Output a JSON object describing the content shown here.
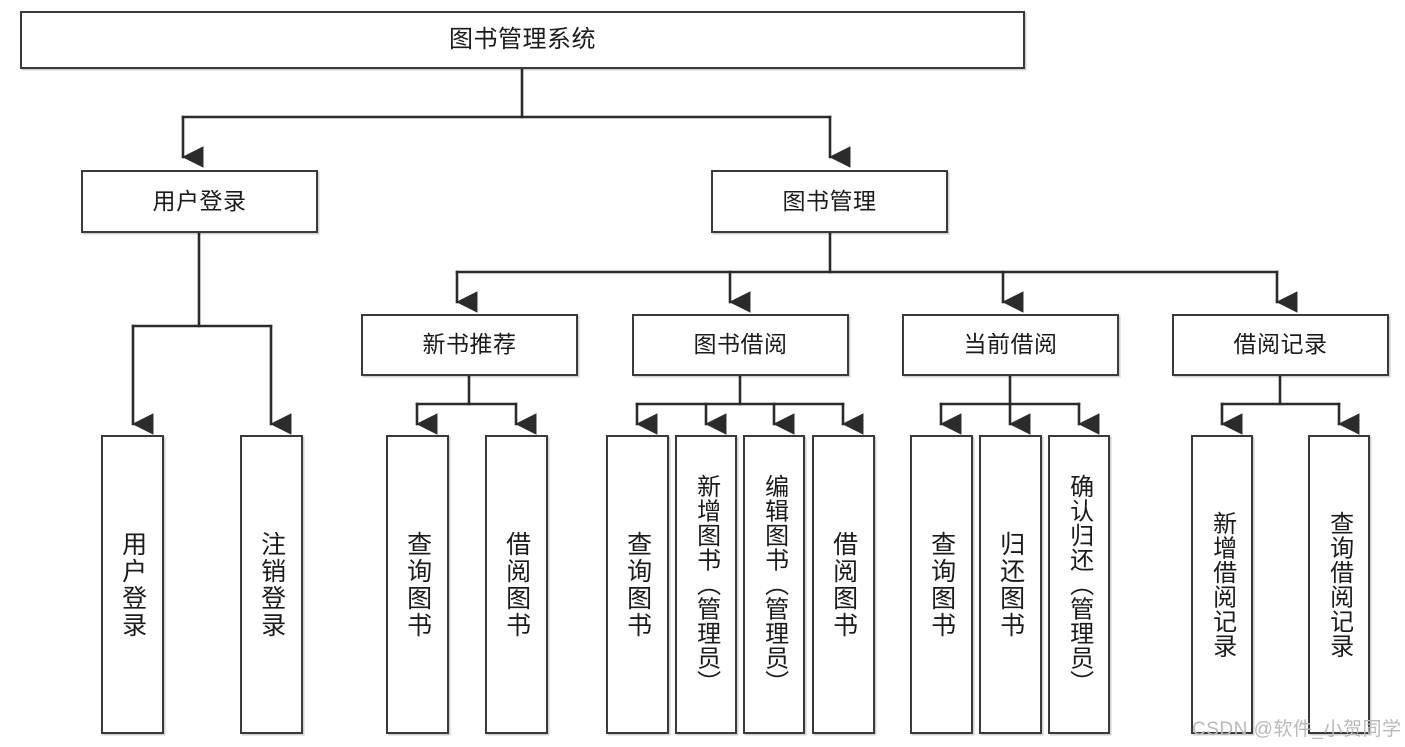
{
  "diagram": {
    "title": "图书管理系统",
    "type": "hierarchy-tree",
    "watermark": "CSDN @软件_小贺同学",
    "colors": {
      "box_border": "#3a3a3a",
      "box_fill": "#ffffff",
      "connector": "#2b2b2b",
      "text": "#1b1b1b",
      "watermark": "#b9b9b9"
    },
    "nodes": {
      "root": {
        "label": "图书管理系统"
      },
      "level2": [
        {
          "id": "user-login",
          "label": "用户登录"
        },
        {
          "id": "book-manage",
          "label": "图书管理"
        }
      ],
      "level3": [
        {
          "id": "new-book-recommend",
          "label": "新书推荐"
        },
        {
          "id": "book-borrow",
          "label": "图书借阅"
        },
        {
          "id": "current-borrow",
          "label": "当前借阅"
        },
        {
          "id": "borrow-record",
          "label": "借阅记录"
        }
      ],
      "leaves": {
        "user-login": [
          {
            "id": "leaf-user-login",
            "label": "用户登录"
          },
          {
            "id": "leaf-user-logout",
            "label": "注销登录"
          }
        ],
        "new-book-recommend": [
          {
            "id": "leaf-query-book-1",
            "label": "查询图书"
          },
          {
            "id": "leaf-borrow-book-1",
            "label": "借阅图书"
          }
        ],
        "book-borrow": [
          {
            "id": "leaf-query-book-2",
            "label": "查询图书"
          },
          {
            "id": "leaf-add-book",
            "label": "新增图书（管理员）"
          },
          {
            "id": "leaf-edit-book",
            "label": "编辑图书（管理员）"
          },
          {
            "id": "leaf-borrow-book-2",
            "label": "借阅图书"
          }
        ],
        "current-borrow": [
          {
            "id": "leaf-query-book-3",
            "label": "查询图书"
          },
          {
            "id": "leaf-return-book",
            "label": "归还图书"
          },
          {
            "id": "leaf-confirm-return",
            "label": "确认归还（管理员）"
          }
        ],
        "borrow-record": [
          {
            "id": "leaf-add-record",
            "label": "新增借阅记录"
          },
          {
            "id": "leaf-query-record",
            "label": "查询借阅记录"
          }
        ]
      }
    }
  }
}
